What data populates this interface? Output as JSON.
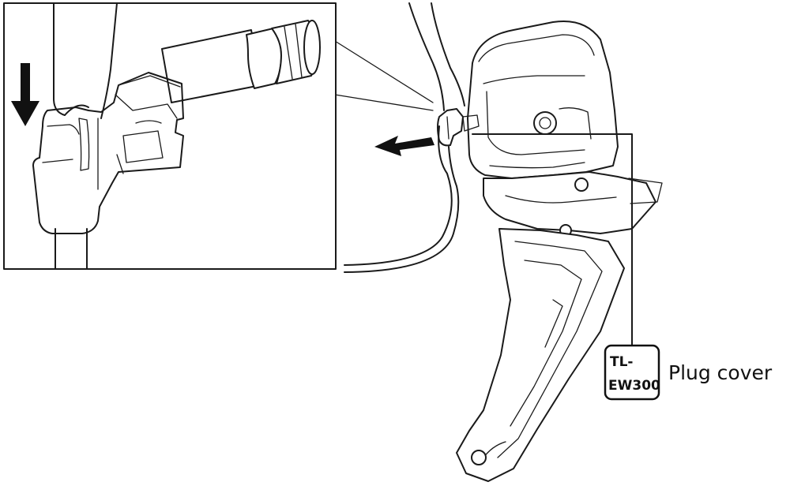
{
  "colors": {
    "part_fill": "#e2b860",
    "part_shade": "#c89a3c",
    "outline": "#1a1a1a"
  },
  "tool_badge": {
    "line1": "TL-",
    "line2": "EW300"
  },
  "callout": {
    "label": "Plug cover"
  },
  "icons": [
    "down-arrow-icon",
    "left-arrow-icon",
    "tool-badge-icon"
  ]
}
